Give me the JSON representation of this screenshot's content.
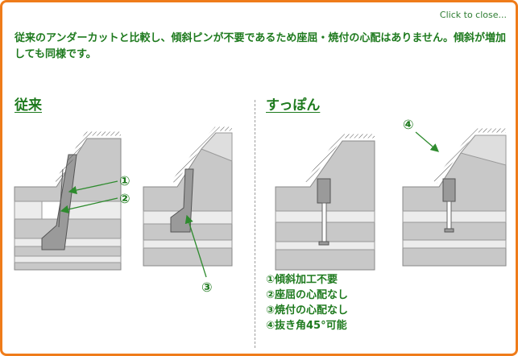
{
  "popup": {
    "close_label": "Click to close...",
    "intro": "従来のアンダーカットと比較し、傾斜ピンが不要であるため座屈・焼付の心配はありません。傾斜が増加しても同様です。"
  },
  "sections": {
    "left_title": "従来",
    "right_title": "すっぽん"
  },
  "callouts": {
    "c1": "①",
    "c2": "②",
    "c3": "③",
    "c4": "④"
  },
  "legend": [
    "①傾斜加工不要",
    "②座屈の心配なし",
    "③焼付の心配なし",
    "④抜き角45°可能"
  ],
  "colors": {
    "border": "#ef7c1a",
    "text": "#1e7a1e",
    "part_dark": "#9a9a9a",
    "part_light": "#c8c8c8",
    "arrow": "#2e8b2e"
  }
}
